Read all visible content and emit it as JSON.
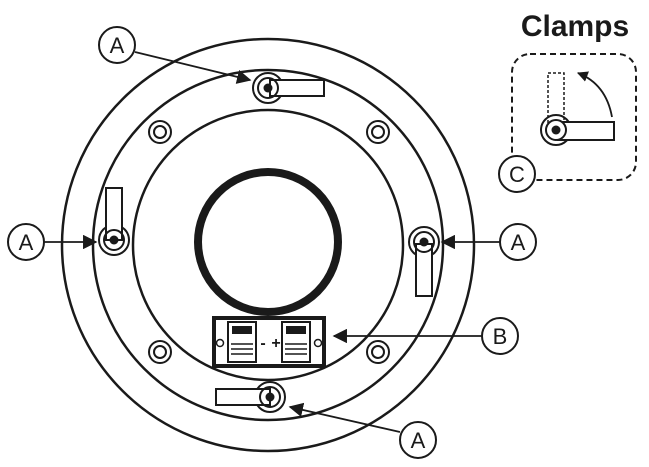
{
  "title": "Clamps",
  "callouts": {
    "a_top": "A",
    "a_left": "A",
    "a_right": "A",
    "a_bottom": "A",
    "b_terminal": "B",
    "c_clamp": "C"
  },
  "terminal": {
    "minus": "-",
    "plus": "+"
  },
  "colors": {
    "line": "#1a1a1a",
    "background": "#ffffff"
  }
}
